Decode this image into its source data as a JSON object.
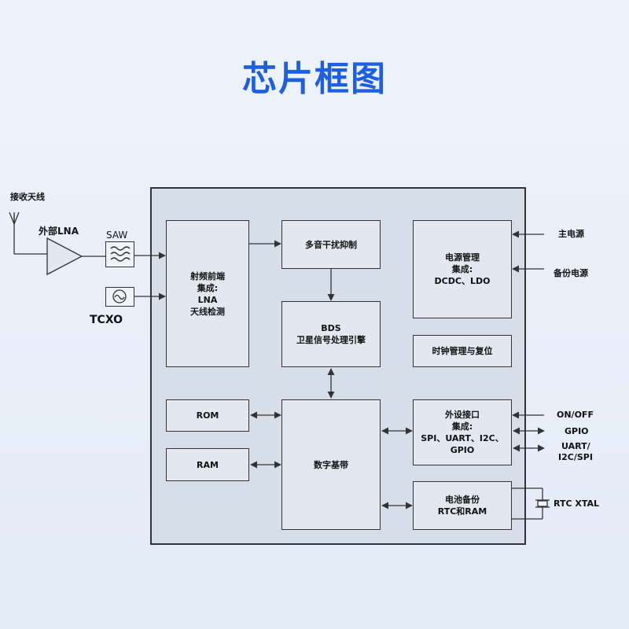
{
  "title": "芯片框图",
  "antenna_label": "接收天线",
  "ext_lna_label": "外部LNA",
  "saw_label": "SAW",
  "tcxo_label": "TCXO",
  "blocks": {
    "rf_frontend": [
      "射频前端",
      "集成:",
      "LNA",
      "天线检测"
    ],
    "interference": [
      "多音干扰抑制"
    ],
    "bds_engine": [
      "BDS",
      "卫星信号处理引擎"
    ],
    "power_mgmt": [
      "电源管理",
      "集成:",
      "DCDC、LDO"
    ],
    "clock_reset": [
      "时钟管理与复位"
    ],
    "rom": [
      "ROM"
    ],
    "ram": [
      "RAM"
    ],
    "baseband": [
      "数字基带"
    ],
    "peripheral": [
      "外设接口",
      "集成:",
      "SPI、UART、I2C、",
      "GPIO"
    ],
    "battery_backup": [
      "电池备份",
      "RTC和RAM"
    ]
  },
  "external": {
    "main_power": "主电源",
    "backup_power": "备份电源",
    "on_off": "ON/OFF",
    "gpio": "GPIO",
    "uart_line1": "UART/",
    "uart_line2": "I2C/SPI",
    "rtc_xtal": "RTC XTAL"
  },
  "icons": {
    "antenna": "antenna-icon",
    "lna": "amplifier-triangle-icon",
    "saw": "saw-filter-icon",
    "tcxo": "oscillator-icon",
    "crystal": "crystal-icon"
  },
  "colors": {
    "title": "#1d5fe0",
    "block": "#e3e8f0",
    "chip": "#d6deea"
  }
}
